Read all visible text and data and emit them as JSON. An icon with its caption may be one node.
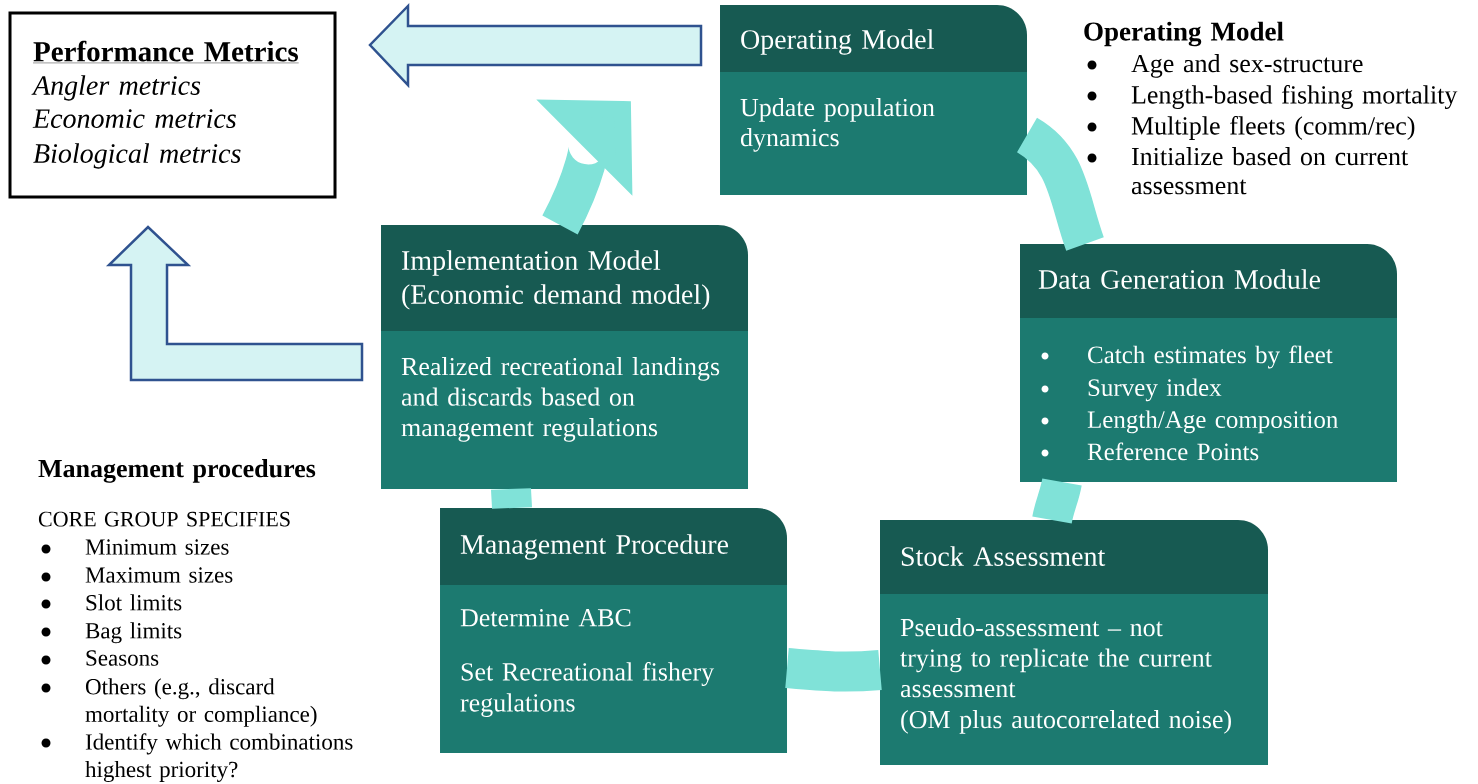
{
  "diagram": {
    "nodes": [
      {
        "text": [
          "Performance Metrics",
          "Angler metrics",
          "Economic metrics",
          "Biological metrics"
        ]
      },
      {
        "text": [
          "Operating Model",
          "Update population dynamics"
        ]
      },
      {
        "text": [
          "Data Generation Module",
          "Catch estimates by fleet",
          "Survey index",
          "Length/Age composition",
          "Reference Points"
        ]
      },
      {
        "text": [
          "Stock Assessment",
          "Pseudo-assessment – not trying to replicate the current assessment",
          "(OM plus autocorrelated noise)"
        ]
      },
      {
        "text": [
          "Management Procedure",
          "Determine ABC",
          "Set Recreational fishery regulations"
        ]
      },
      {
        "text": [
          "Implementation Model (Economic demand model)",
          "Realized recreational landings and discards based on management regulations"
        ]
      }
    ],
    "edges": [
      {
        "from": 1,
        "to": 0,
        "arrow": "to",
        "color": "#d5f3f3"
      },
      {
        "from": 5,
        "to": 0,
        "arrow": "to",
        "color": "#d5f3f3"
      },
      {
        "from": 5,
        "to": null,
        "arrow": "to"
      },
      {
        "from": 1,
        "to": 2,
        "arrow": "none"
      },
      {
        "from": 2,
        "to": 3,
        "arrow": "none"
      },
      {
        "from": 3,
        "to": 4,
        "arrow": "none"
      },
      {
        "from": 4,
        "to": 5,
        "arrow": "none"
      }
    ],
    "labels": [
      "Operating Model",
      "Age and sex-structure",
      "Length-based fishing mortality",
      "Multiple fleets (comm/rec)",
      "Initialize based on current assessment",
      "Management procedures",
      "CORE GROUP SPECIFIES",
      "Minimum sizes",
      "Maximum sizes",
      "Slot limits",
      "Bag limits",
      "Seasons",
      "Others (e.g., discard mortality or compliance)",
      "Identify which combinations highest priority?"
    ]
  }
}
